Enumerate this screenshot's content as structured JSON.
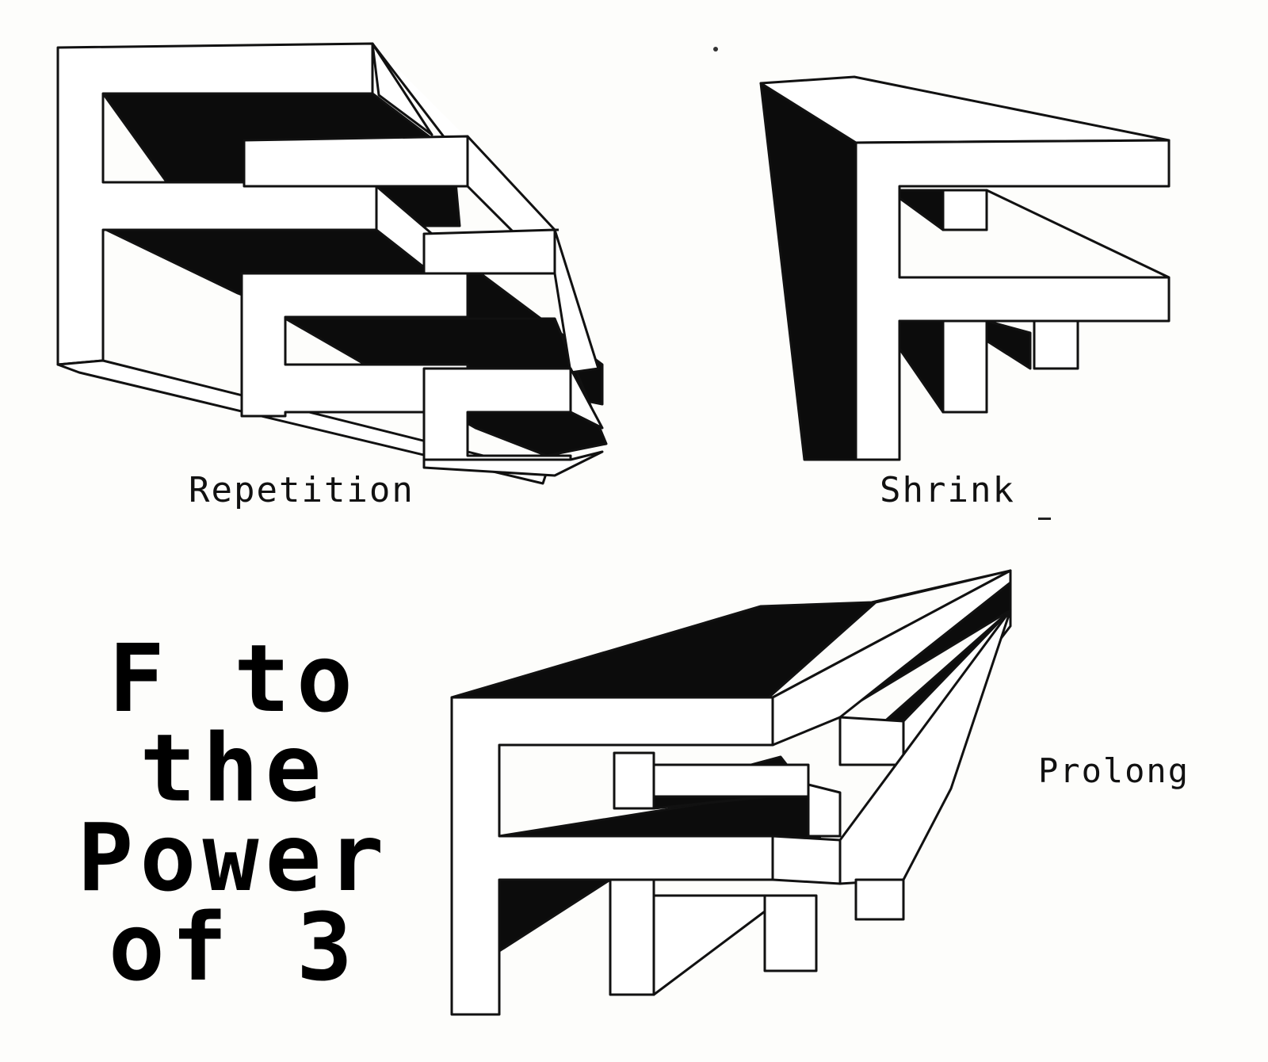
{
  "labels": {
    "repetition": "Repetition",
    "shrink": "Shrink",
    "prolong": "Prolong"
  },
  "title": {
    "lines": [
      "F to",
      "the",
      "Power",
      "of 3"
    ]
  },
  "colors": {
    "ink": "#111111",
    "paper": "#fdfdfb",
    "shade": "#0c0c0c"
  }
}
